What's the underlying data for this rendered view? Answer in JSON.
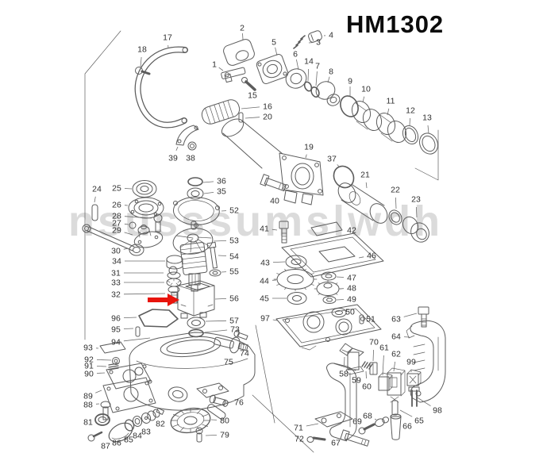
{
  "title": "HM1302",
  "watermark": "nsusssumslwdh",
  "highlight": {
    "part": "56",
    "color": "#e8140c"
  },
  "labels": [
    [
      "1",
      270,
      81,
      281,
      89
    ],
    [
      "2",
      305,
      35,
      306,
      50
    ],
    [
      "3",
      401,
      53,
      389,
      54
    ],
    [
      "4",
      417,
      44,
      408,
      45
    ],
    [
      "5",
      345,
      53,
      349,
      70
    ],
    [
      "6",
      372,
      68,
      376,
      88
    ],
    [
      "7",
      400,
      83,
      398,
      108
    ],
    [
      "8",
      417,
      90,
      413,
      104
    ],
    [
      "9",
      441,
      102,
      441,
      121
    ],
    [
      "10",
      461,
      112,
      457,
      129
    ],
    [
      "11",
      492,
      127,
      488,
      145
    ],
    [
      "12",
      517,
      139,
      516,
      158
    ],
    [
      "13",
      538,
      148,
      540,
      168
    ],
    [
      "14",
      389,
      77,
      388,
      102
    ],
    [
      "15",
      318,
      120,
      315,
      111
    ],
    [
      "16",
      337,
      134,
      304,
      137
    ],
    [
      "17",
      211,
      47,
      212,
      61
    ],
    [
      "18",
      179,
      62,
      177,
      84
    ],
    [
      "19",
      389,
      185,
      385,
      199
    ],
    [
      "20",
      337,
      147,
      309,
      149
    ],
    [
      "21",
      460,
      220,
      462,
      237
    ],
    [
      "22",
      498,
      239,
      499,
      263
    ],
    [
      "23",
      524,
      251,
      525,
      274
    ],
    [
      "24",
      122,
      238,
      119,
      255
    ],
    [
      "25",
      147,
      237,
      166,
      238
    ],
    [
      "26",
      147,
      258,
      161,
      259
    ],
    [
      "27",
      147,
      281,
      162,
      283
    ],
    [
      "28",
      147,
      272,
      191,
      275
    ],
    [
      "29",
      147,
      290,
      167,
      296
    ],
    [
      "30",
      146,
      316,
      162,
      313
    ],
    [
      "31",
      146,
      344,
      206,
      344
    ],
    [
      "32",
      146,
      371,
      208,
      370
    ],
    [
      "33",
      146,
      356,
      207,
      356
    ],
    [
      "34",
      147,
      329,
      208,
      329
    ],
    [
      "35",
      279,
      241,
      257,
      244
    ],
    [
      "36",
      279,
      228,
      256,
      230
    ],
    [
      "37",
      418,
      200,
      428,
      211
    ],
    [
      "38",
      240,
      199,
      241,
      190
    ],
    [
      "39",
      218,
      199,
      224,
      185
    ],
    [
      "40",
      346,
      253,
      348,
      243
    ],
    [
      "41",
      333,
      288,
      349,
      290
    ],
    [
      "42",
      443,
      290,
      432,
      291
    ],
    [
      "43",
      334,
      331,
      359,
      330
    ],
    [
      "44",
      333,
      354,
      348,
      353
    ],
    [
      "45",
      333,
      376,
      361,
      376
    ],
    [
      "46",
      468,
      322,
      452,
      325
    ],
    [
      "47",
      443,
      350,
      424,
      349
    ],
    [
      "48",
      443,
      363,
      428,
      364
    ],
    [
      "49",
      443,
      377,
      424,
      378
    ],
    [
      "50",
      441,
      393,
      437,
      394
    ],
    [
      "51",
      467,
      402,
      459,
      402
    ],
    [
      "52",
      295,
      265,
      279,
      266
    ],
    [
      "53",
      295,
      303,
      269,
      304
    ],
    [
      "54",
      295,
      323,
      275,
      322
    ],
    [
      "55",
      295,
      342,
      279,
      343
    ],
    [
      "56",
      295,
      376,
      271,
      377
    ],
    [
      "57",
      295,
      404,
      259,
      405
    ],
    [
      "58",
      433,
      471,
      434,
      450
    ],
    [
      "59",
      449,
      479,
      446,
      472
    ],
    [
      "60",
      462,
      487,
      461,
      468
    ],
    [
      "61",
      484,
      438,
      482,
      473
    ],
    [
      "62",
      499,
      446,
      496,
      468
    ],
    [
      "63",
      499,
      402,
      525,
      395
    ],
    [
      "64",
      499,
      424,
      516,
      425
    ],
    [
      "65",
      528,
      530,
      504,
      517
    ],
    [
      "66",
      513,
      537,
      506,
      537
    ],
    [
      "67",
      423,
      558,
      431,
      554
    ],
    [
      "68",
      463,
      524,
      474,
      529
    ],
    [
      "69",
      450,
      531,
      456,
      537
    ],
    [
      "70",
      471,
      431,
      470,
      455
    ],
    [
      "71",
      376,
      539,
      401,
      534
    ],
    [
      "72",
      377,
      553,
      388,
      553
    ],
    [
      "73",
      296,
      415,
      258,
      419
    ],
    [
      "74",
      308,
      445,
      306,
      432
    ],
    [
      "75",
      288,
      456,
      288,
      445
    ],
    [
      "76",
      301,
      507,
      283,
      507
    ],
    [
      "79",
      283,
      548,
      259,
      549
    ],
    [
      "80",
      283,
      530,
      266,
      529
    ],
    [
      "81",
      111,
      532,
      118,
      530
    ],
    [
      "82",
      202,
      534,
      196,
      527
    ],
    [
      "83",
      184,
      544,
      184,
      534
    ],
    [
      "84",
      173,
      549,
      173,
      538
    ],
    [
      "85",
      162,
      554,
      162,
      544
    ],
    [
      "86",
      147,
      558,
      149,
      551
    ],
    [
      "87",
      133,
      562,
      123,
      556
    ],
    [
      "88",
      111,
      510,
      125,
      509
    ],
    [
      "89",
      111,
      499,
      128,
      492
    ],
    [
      "90",
      112,
      471,
      132,
      470
    ],
    [
      "91",
      112,
      461,
      134,
      462
    ],
    [
      "92",
      112,
      453,
      140,
      454
    ],
    [
      "93",
      111,
      438,
      124,
      439
    ],
    [
      "94",
      146,
      431,
      189,
      426
    ],
    [
      "95",
      146,
      415,
      168,
      414
    ],
    [
      "96",
      146,
      401,
      172,
      400
    ],
    [
      "97",
      334,
      401,
      349,
      404
    ],
    [
      "98",
      551,
      517,
      524,
      500
    ],
    [
      "99",
      518,
      456,
      518,
      469
    ]
  ]
}
